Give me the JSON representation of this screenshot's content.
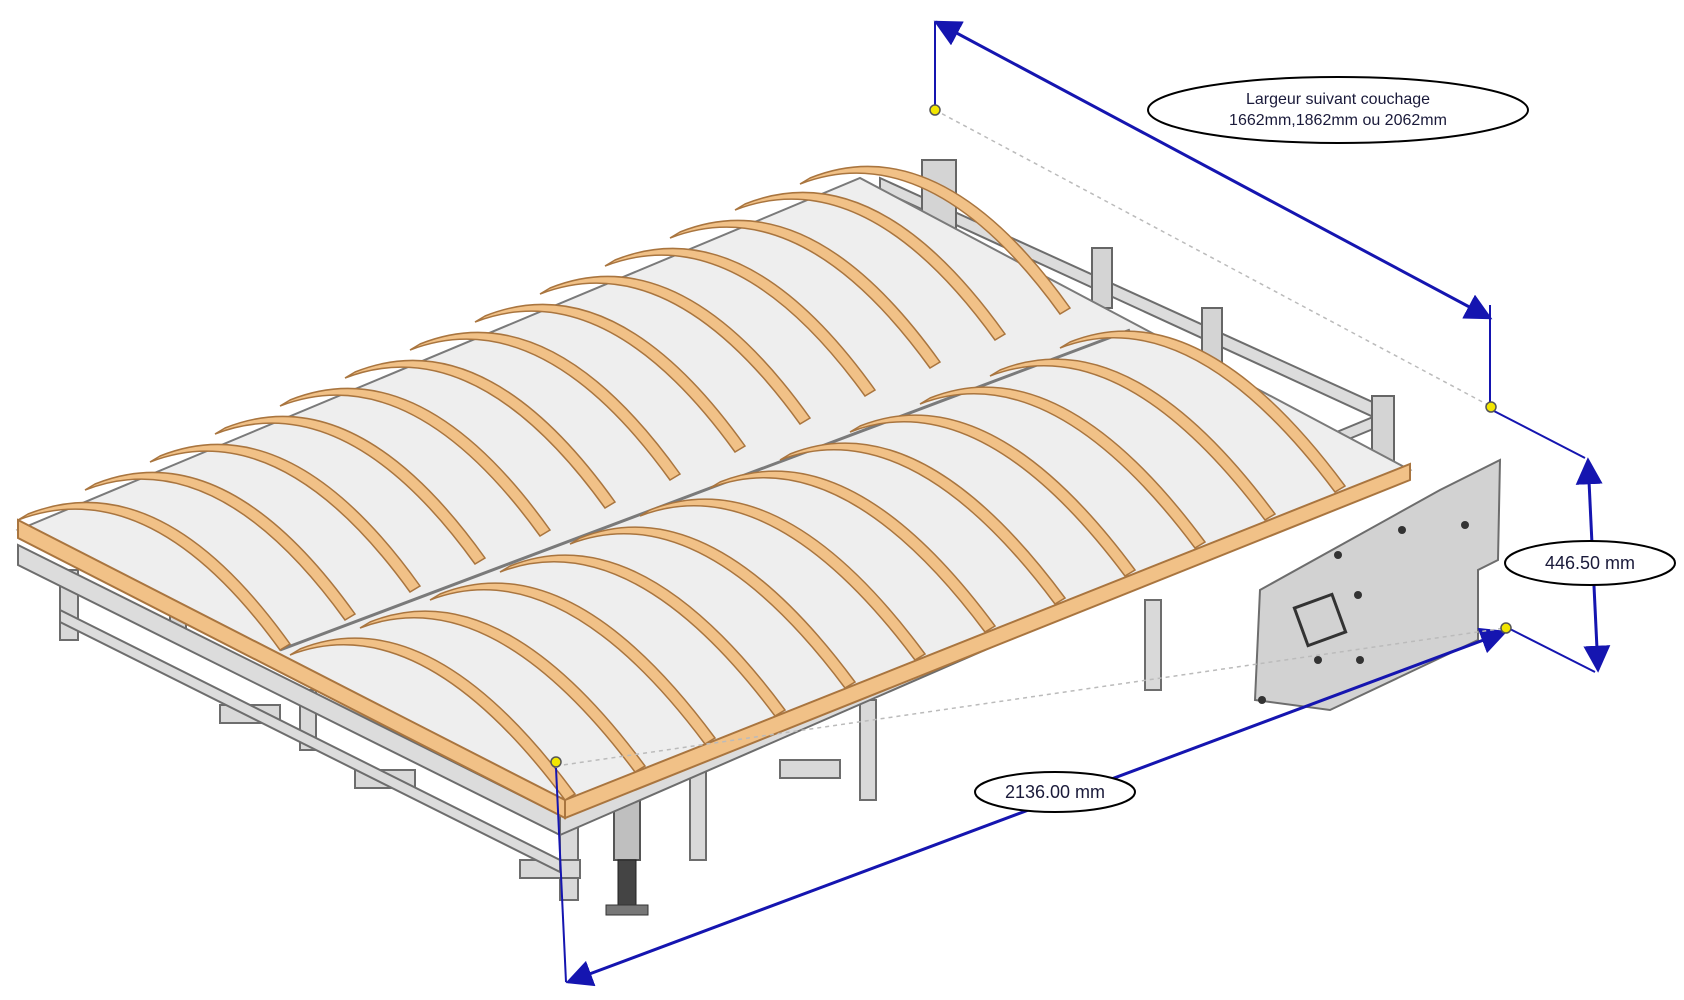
{
  "annotations": {
    "width_note_line1": "Largeur suivant couchage",
    "width_note_line2": "1662mm,1862mm ou 2062mm",
    "height_label": "446.50 mm",
    "length_label": "2136.00 mm"
  },
  "colors": {
    "dimension_line": "#1515b0",
    "slat_fill": "#f1c187",
    "slat_edge": "#a9753f",
    "frame_fill": "#d7d7d7",
    "frame_edge": "#6d6d6d",
    "point_marker": "#f2e600"
  }
}
